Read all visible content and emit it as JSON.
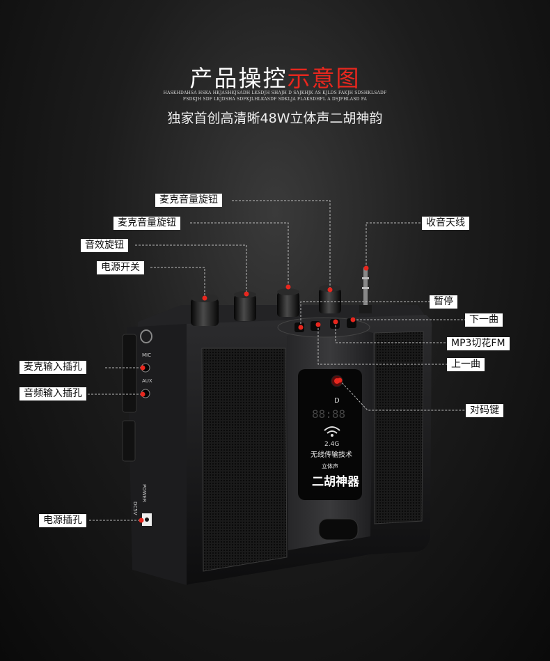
{
  "header": {
    "title_main": "产品操控",
    "title_accent": "示意图",
    "tiny_line1": "HASKHDAHSA HSKA HKJASHKJSADH LKSDJH SHAJH D SAJKHJK AS KJLDS FAKJH SDSHKLSADF",
    "tiny_line2": "FSDKJH SDF LKJDSHA SDFKJLHLKASDF   SDKLJA FLAKSDHFL A DSJFHLASD FA",
    "subtitle": "独家首创高清晰48W立体声二胡神韵"
  },
  "callouts": {
    "mic_volume_knob_1": "麦克音量旋钮",
    "mic_volume_knob_2": "麦克音量旋钮",
    "effect_knob": "音效旋钮",
    "power_switch": "电源开关",
    "antenna": "收音天线",
    "pause": "暂停",
    "next_track": "下一曲",
    "mp3_fm": "MP3切花FM",
    "prev_track": "上一曲",
    "mic_input": "麦克输入插孔",
    "audio_input": "音频输入插孔",
    "pair_key": "对码键",
    "power_jack": "电源插孔"
  },
  "device": {
    "side_mic": "MIC",
    "side_aux": "AUX",
    "side_power": "POWER",
    "side_dc": "DC5V",
    "panel_d": "D",
    "display": "88:88",
    "wireless": "2.4G",
    "line1": "无线传输技术",
    "line2": "立体声",
    "line3": "二胡神器"
  },
  "colors": {
    "accent": "#e8271e",
    "marker": "#e8271e"
  }
}
